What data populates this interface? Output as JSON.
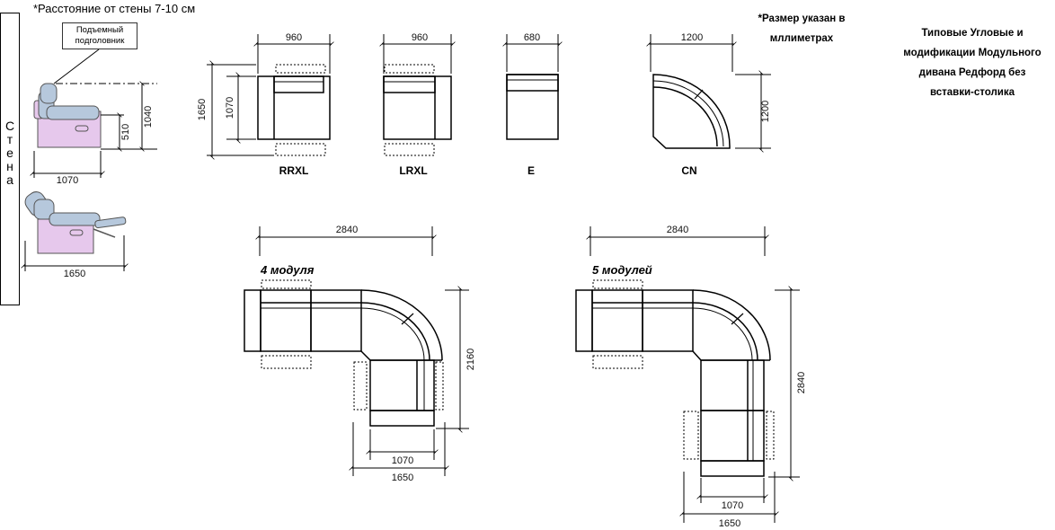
{
  "notes": {
    "wall_distance": "*Расстояние от стены 7-10 см",
    "size_note_line1": "*Размер указан в",
    "size_note_line2": "мллиметрах",
    "title_lines": [
      "Типовые Угловые и",
      "модификации Модульного",
      "дивана Редфорд без",
      "вставки-столика"
    ]
  },
  "wall": {
    "letters": [
      "С",
      "т",
      "е",
      "н",
      "а"
    ]
  },
  "recliner": {
    "callout_line1": "Подъемный",
    "callout_line2": "подголовник",
    "dim_height": "1040",
    "dim_seat": "510",
    "dim_depth_closed": "1070",
    "dim_depth_open": "1650"
  },
  "modules": [
    {
      "name": "RRXL",
      "width": "960",
      "depth_total": "1650",
      "depth": "1070"
    },
    {
      "name": "LRXL",
      "width": "960"
    },
    {
      "name": "E",
      "width": "680"
    },
    {
      "name": "CN",
      "width": "1200",
      "depth": "1200"
    }
  ],
  "configs": [
    {
      "label": "4 модуля",
      "width": "2840",
      "height": "2160",
      "dim_a": "1070",
      "dim_b": "1650"
    },
    {
      "label": "5 модулей",
      "width": "2840",
      "height": "2840",
      "dim_a": "1070",
      "dim_b": "1650"
    }
  ],
  "colors": {
    "upholstery": "#b6c8dc",
    "base": "#e6c8ec",
    "line": "#000000"
  }
}
